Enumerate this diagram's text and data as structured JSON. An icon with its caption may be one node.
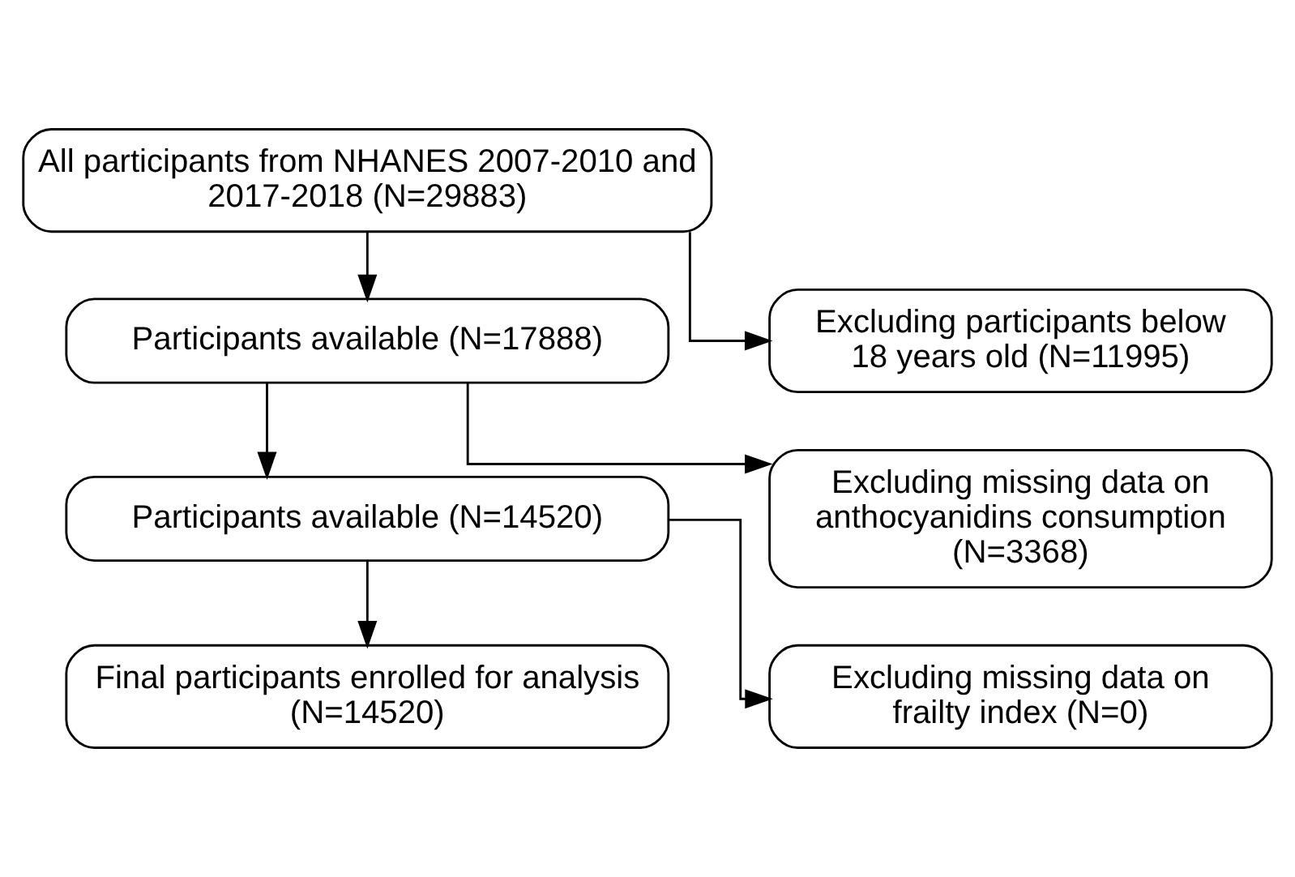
{
  "diagram": {
    "nodes": [
      {
        "text": [
          "All participants from NHANES 2007-2010 and 2017-2018 (N=29883)"
        ]
      },
      {
        "text": [
          "Participants available (N=17888)"
        ]
      },
      {
        "text": [
          "Participants available (N=14520)"
        ]
      },
      {
        "text": [
          "Final participants enrolled for analysis (N=14520)"
        ]
      },
      {
        "text": [
          "Excluding participants below 18 years old (N=11995)"
        ]
      },
      {
        "text": [
          "Excluding missing data on anthocyanidins consumption (N=3368)"
        ]
      },
      {
        "text": [
          "Excluding missing data on frailty index (N=0)"
        ]
      }
    ],
    "edges": [
      {
        "from": 0,
        "to": 1,
        "arrow": "to"
      },
      {
        "from": 0,
        "to": 4,
        "arrow": "to"
      },
      {
        "from": 1,
        "to": 2,
        "arrow": "to"
      },
      {
        "from": 1,
        "to": 5,
        "arrow": "to"
      },
      {
        "from": 2,
        "to": 3,
        "arrow": "to"
      },
      {
        "from": 2,
        "to": 6,
        "arrow": "to"
      }
    ]
  }
}
